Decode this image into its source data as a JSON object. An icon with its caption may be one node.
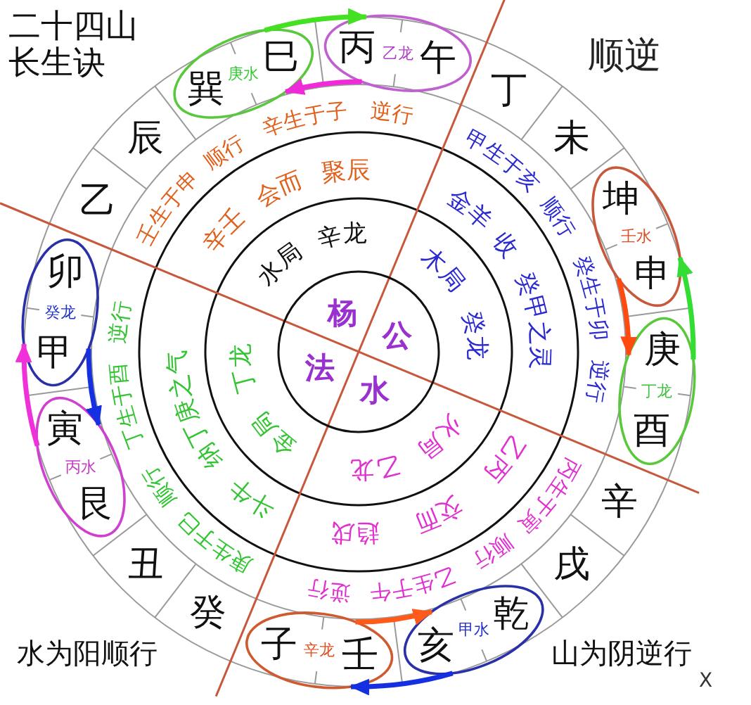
{
  "diagram": {
    "title": "二十四山长生诀",
    "nodes": [
      {
        "text": [
          "杨",
          "公",
          "水",
          "法"
        ]
      },
      {
        "text": [
          "乙龙"
        ]
      },
      {
        "text": [
          "丙"
        ],
        "in": 1
      },
      {
        "text": [
          "午"
        ],
        "in": 1
      },
      {
        "text": [
          "丁"
        ]
      },
      {
        "text": [
          "未"
        ]
      },
      {
        "text": [
          "壬水"
        ]
      },
      {
        "text": [
          "坤"
        ],
        "in": 6
      },
      {
        "text": [
          "申"
        ],
        "in": 6
      },
      {
        "text": [
          "丁龙"
        ]
      },
      {
        "text": [
          "庚"
        ],
        "in": 9
      },
      {
        "text": [
          "酉"
        ],
        "in": 9
      },
      {
        "text": [
          "辛"
        ]
      },
      {
        "text": [
          "戌"
        ]
      },
      {
        "text": [
          "甲水"
        ]
      },
      {
        "text": [
          "乾"
        ],
        "in": 14
      },
      {
        "text": [
          "亥"
        ],
        "in": 14
      },
      {
        "text": [
          "辛龙"
        ]
      },
      {
        "text": [
          "壬"
        ],
        "in": 17
      },
      {
        "text": [
          "子"
        ],
        "in": 17
      },
      {
        "text": [
          "癸"
        ]
      },
      {
        "text": [
          "丑"
        ]
      },
      {
        "text": [
          "丙水"
        ]
      },
      {
        "text": [
          "艮"
        ],
        "in": 22
      },
      {
        "text": [
          "寅"
        ],
        "in": 22
      },
      {
        "text": [
          "癸龙"
        ]
      },
      {
        "text": [
          "甲"
        ],
        "in": 25
      },
      {
        "text": [
          "卯"
        ],
        "in": 25
      },
      {
        "text": [
          "乙"
        ]
      },
      {
        "text": [
          "辰"
        ]
      },
      {
        "text": [
          "庚水"
        ]
      },
      {
        "text": [
          "巽"
        ],
        "in": 30
      },
      {
        "text": [
          "巳"
        ],
        "in": 30
      }
    ],
    "edges": [
      {
        "from": 30,
        "to": 1,
        "arrow": "to",
        "color": "#44e022"
      },
      {
        "from": 1,
        "to": 30,
        "arrow": "to",
        "color": "#f02ad8"
      },
      {
        "from": 6,
        "to": 9,
        "arrow": "to",
        "color": "#ff4a10"
      },
      {
        "from": 9,
        "to": 6,
        "arrow": "to",
        "color": "#33dd33"
      },
      {
        "from": 14,
        "to": 17,
        "arrow": "to",
        "color": "#1530e0"
      },
      {
        "from": 17,
        "to": 14,
        "arrow": "to",
        "color": "#ff5a1a"
      },
      {
        "from": 22,
        "to": 25,
        "arrow": "to",
        "color": "#f030d8"
      },
      {
        "from": 25,
        "to": 22,
        "arrow": "to",
        "color": "#1530e0"
      }
    ],
    "labels": [
      "水局",
      "辛龙",
      "木局",
      "癸龙",
      "火局",
      "乙龙",
      "金局",
      "丁龙",
      "辛壬",
      "会而",
      "聚辰",
      "金羊",
      "收",
      "癸甲之灵",
      "乙丙",
      "交而",
      "趋戌",
      "斗牛",
      "纳丁庚之气",
      "壬生于申",
      "顺行",
      "辛生于子",
      "逆行",
      "甲生于亥",
      "顺行",
      "癸生于卯",
      "逆行",
      "丙生于寅",
      "顺行",
      "乙生于午",
      "逆行",
      "庚生于巳",
      "顺行",
      "丁生于酉",
      "逆行",
      "顺逆",
      "水为阳顺行",
      "山为阴逆行",
      "X"
    ]
  }
}
